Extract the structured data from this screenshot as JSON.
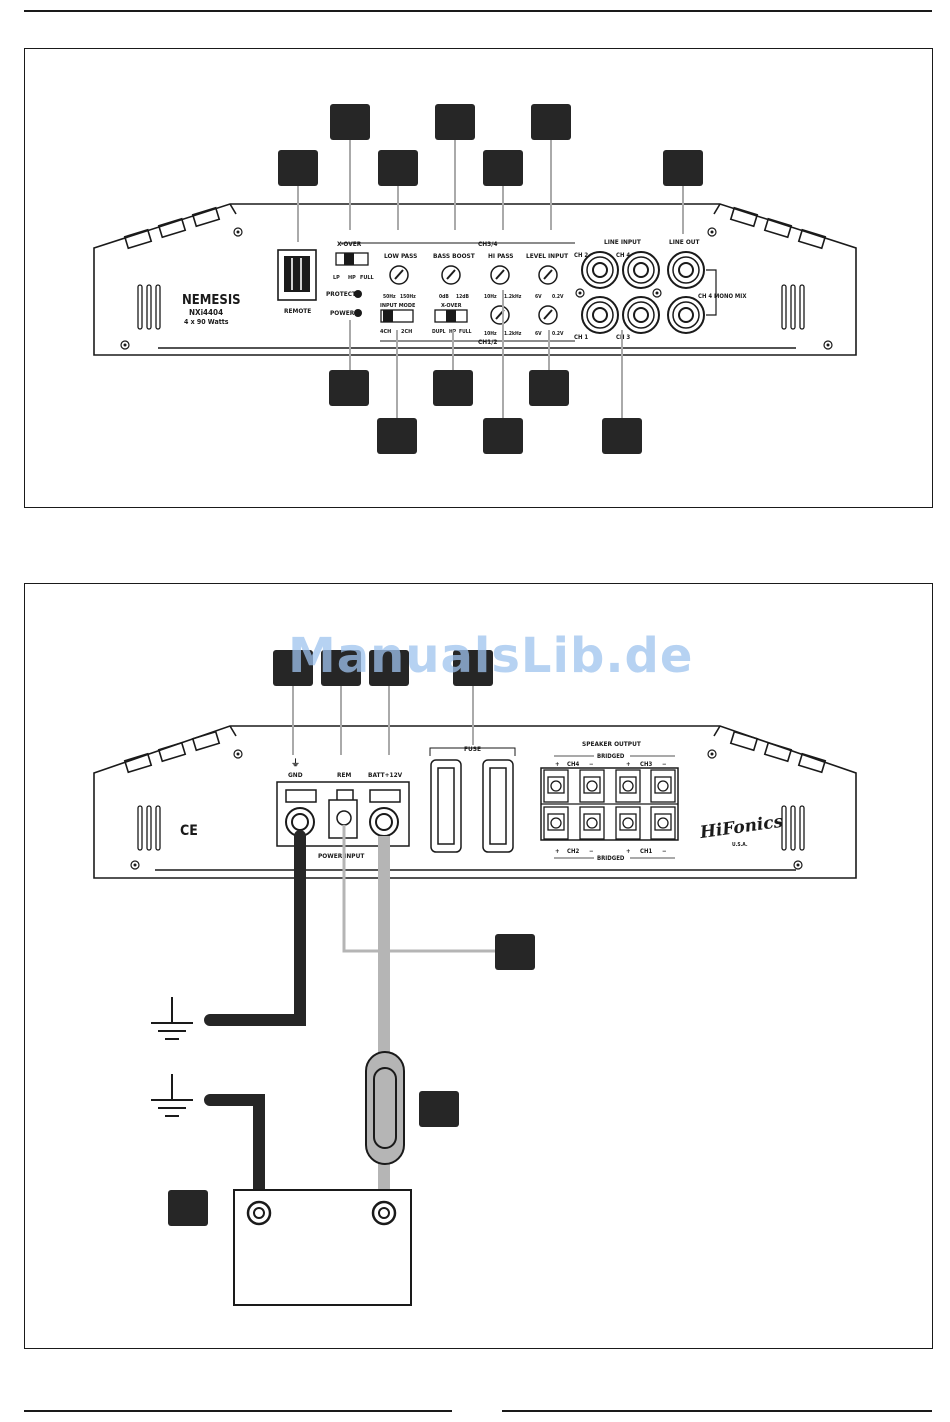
{
  "colors": {
    "ink": "#1a1a1a",
    "callout": "#262626",
    "grey_wire": "#b5b5b5",
    "watermark": "#9ec3ee"
  },
  "watermark": "ManualsLib.de",
  "front_panel": {
    "brand": "NEMESIS",
    "model": "NXi4404",
    "power_rating": "4 x 90 Watts",
    "remote": "REMOTE",
    "protect": "PROTECT",
    "power": "POWER",
    "xover": "X-OVER",
    "xover_pos": [
      "LP",
      "HP",
      "FULL"
    ],
    "ch34": "CH3/4",
    "ch12": "CH1/2",
    "low_pass": "LOW PASS",
    "low_pass_range": [
      "50Hz",
      "150Hz"
    ],
    "bass_boost": "BASS BOOST",
    "bass_boost_range": [
      "0dB",
      "12dB"
    ],
    "hi_pass": "HI PASS",
    "hi_pass_range": [
      "10Hz",
      "1.2kHz"
    ],
    "level_input": "LEVEL INPUT",
    "level_range": [
      "6V",
      "0.2V"
    ],
    "input_mode": "INPUT MODE",
    "input_mode_pos": [
      "4CH",
      "2CH"
    ],
    "xover2": "X-OVER",
    "xover2_pos": [
      "DUPL",
      "HP",
      "FULL"
    ],
    "line_input": "LINE INPUT",
    "line_out": "LINE OUT",
    "ch1": "CH 1",
    "ch2": "CH 2",
    "ch3": "CH 3",
    "ch4": "CH 4",
    "mono_mix": "CH 4 MONO MIX"
  },
  "rear_panel": {
    "gnd": "GND",
    "rem": "REM",
    "batt": "BATT+12V",
    "power_input": "POWER INPUT",
    "fuse": "FUSE",
    "speaker_output": "SPEAKER OUTPUT",
    "bridged": "BRIDGED",
    "ch4": "CH4",
    "ch3": "CH3",
    "ch2": "CH2",
    "ch1": "CH1",
    "plus": "+",
    "minus": "−",
    "ce": "CE",
    "logo": "HiFonics",
    "logo_sub": "U.S.A."
  }
}
